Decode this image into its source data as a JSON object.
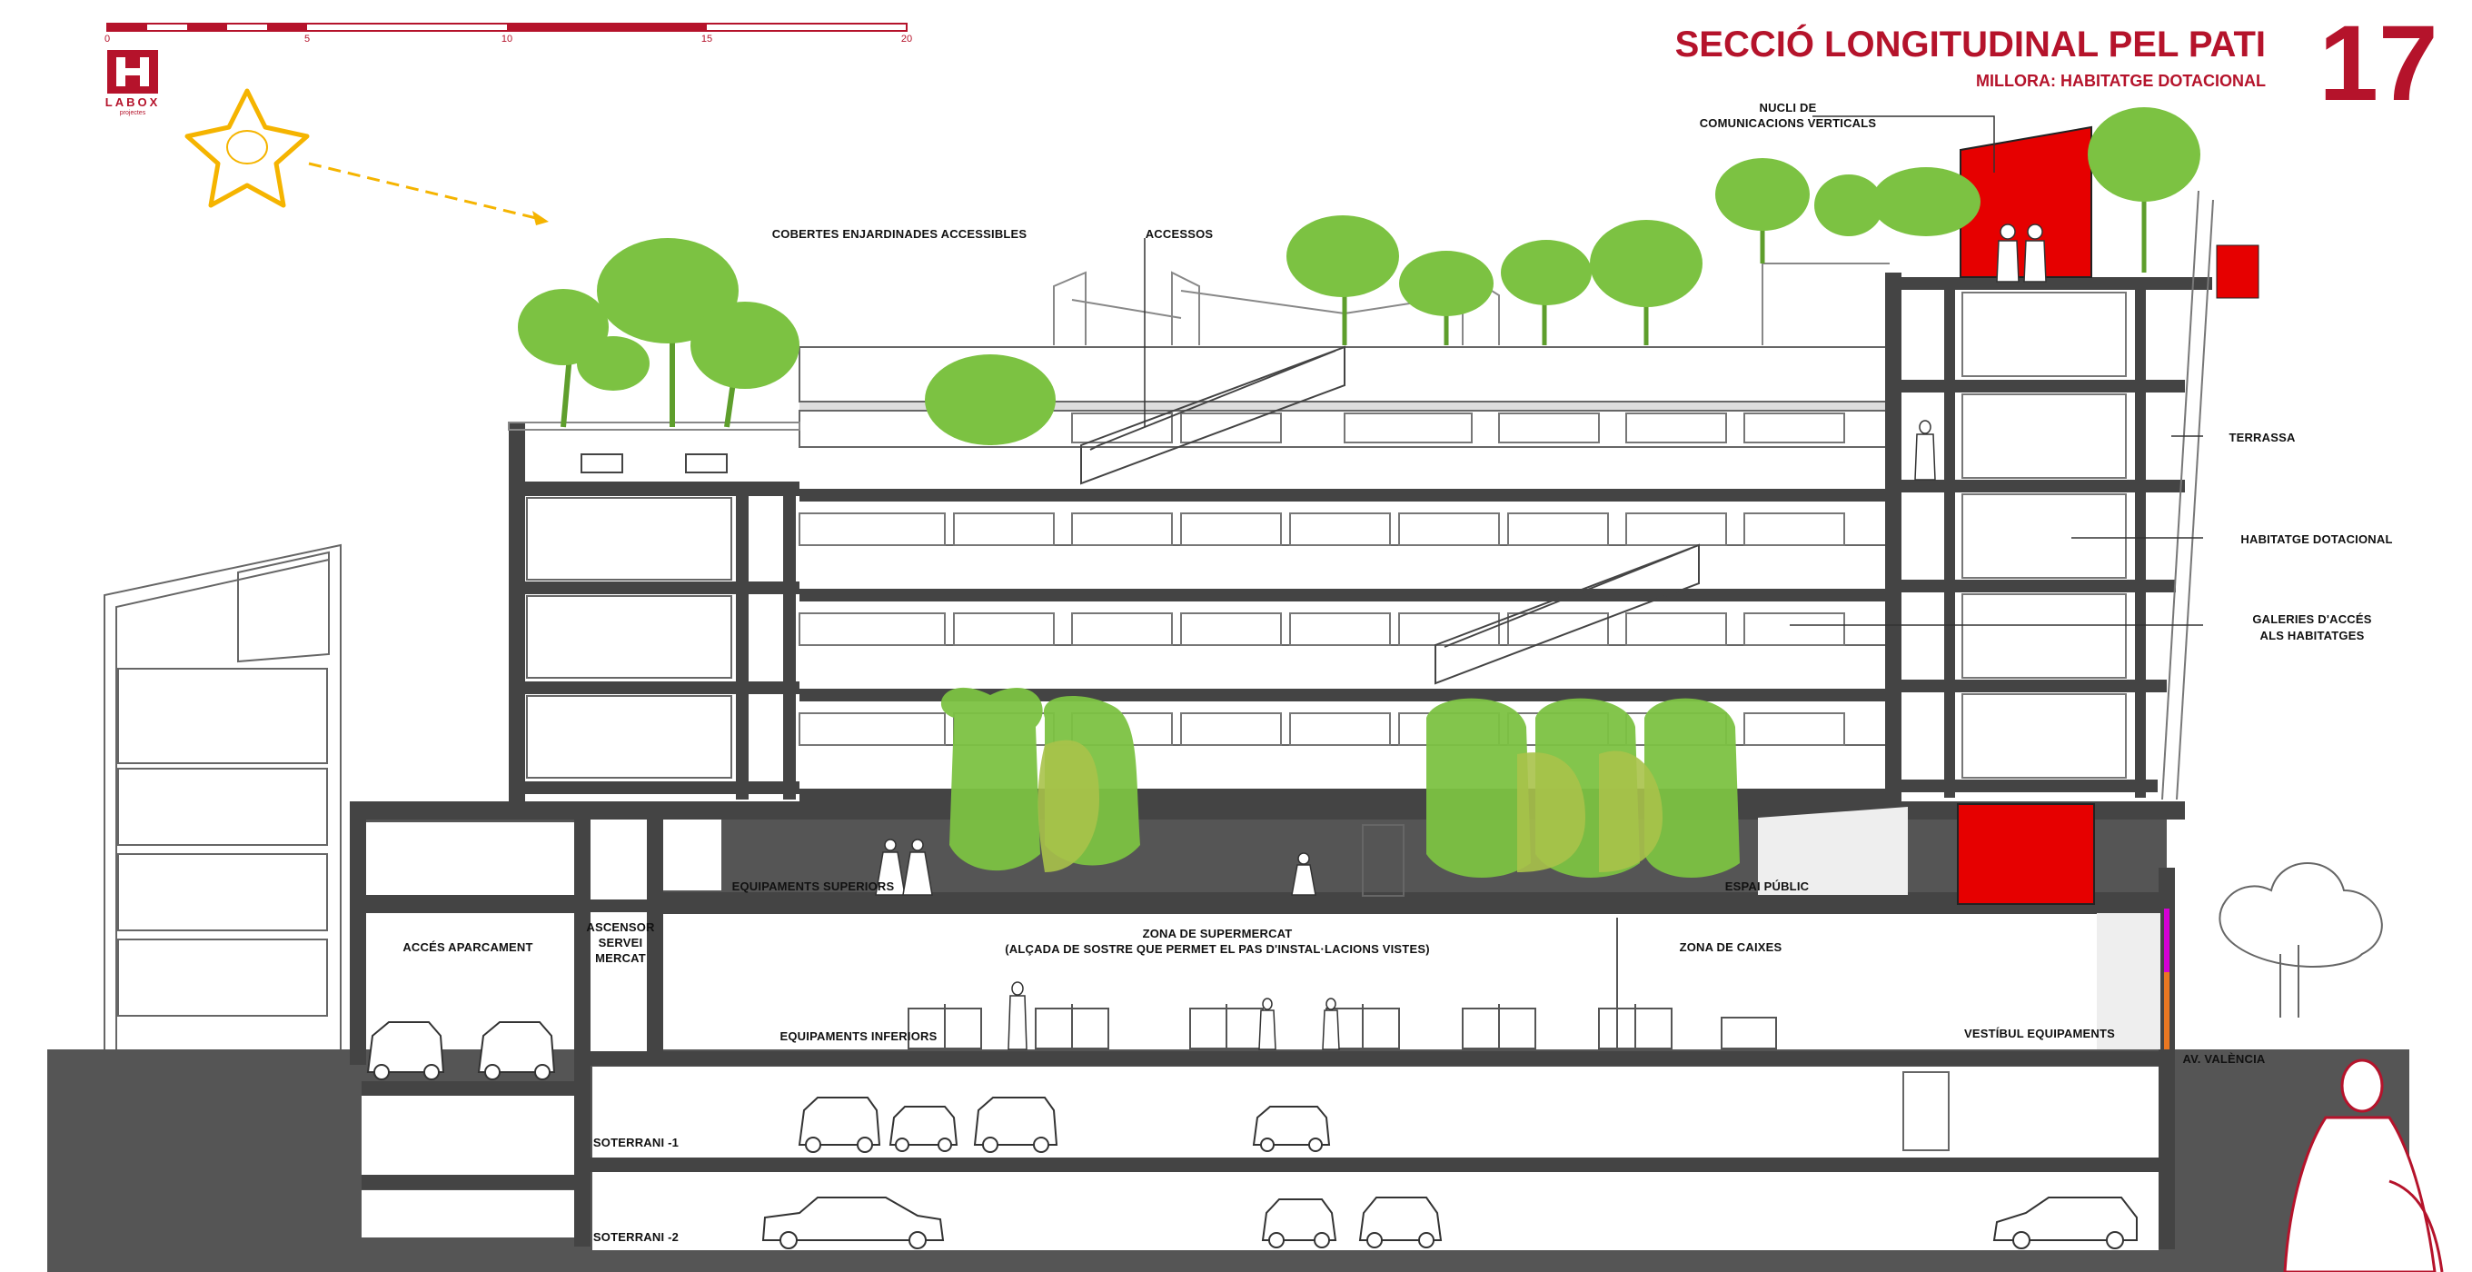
{
  "header": {
    "title": "SECCIÓ LONGITUDINAL PEL PATI",
    "subtitle": "MILLORA: HABITATGE DOTACIONAL",
    "sheet_number": "17"
  },
  "logo": {
    "text": "LABOX",
    "subtext": "projectes"
  },
  "scale_bar": {
    "ticks": [
      "0",
      "5",
      "10",
      "15",
      "20"
    ]
  },
  "labels": {
    "roof_gardens": "COBERTES ENJARDINADES ACCESSIBLES",
    "access": "ACCESSOS",
    "vertical_core_1": "NUCLI DE",
    "vertical_core_2": "COMUNICACIONS VERTICALS",
    "terrace": "TERRASSA",
    "housing": "HABITATGE DOTACIONAL",
    "galleries_1": "GALERIES D'ACCÉS",
    "galleries_2": "ALS HABITATGES",
    "upper_facilities": "EQUIPAMENTS SUPERIORS",
    "public_space": "ESPAI PÚBLIC",
    "parking_access": "ACCÉS APARCAMENT",
    "elevator_1": "ASCENSOR",
    "elevator_2": "SERVEI",
    "elevator_3": "MERCAT",
    "supermarket_1": "ZONA DE SUPERMERCAT",
    "supermarket_2": "(ALÇADA DE SOSTRE QUE PERMET EL PAS D'INSTAL·LACIONS VISTES)",
    "checkout": "ZONA DE CAIXES",
    "lower_facilities": "EQUIPAMENTS INFERIORS",
    "lobby": "VESTÍBUL EQUIPAMENTS",
    "street": "AV. VALÈNCIA",
    "basement_1": "SOTERRANI -1",
    "basement_2": "SOTERRANI -2"
  },
  "colors": {
    "accent": "#b5132b",
    "core_red": "#e60000",
    "tree_green": "#7cc242",
    "tree_green_dark": "#5e9e2c",
    "ground": "#555555",
    "structure": "#444444",
    "sun": "#f5b400",
    "magenta": "#d400d4",
    "orange": "#e87722"
  },
  "icons": {
    "sun": "sun-icon",
    "logo": "labox-logo"
  }
}
